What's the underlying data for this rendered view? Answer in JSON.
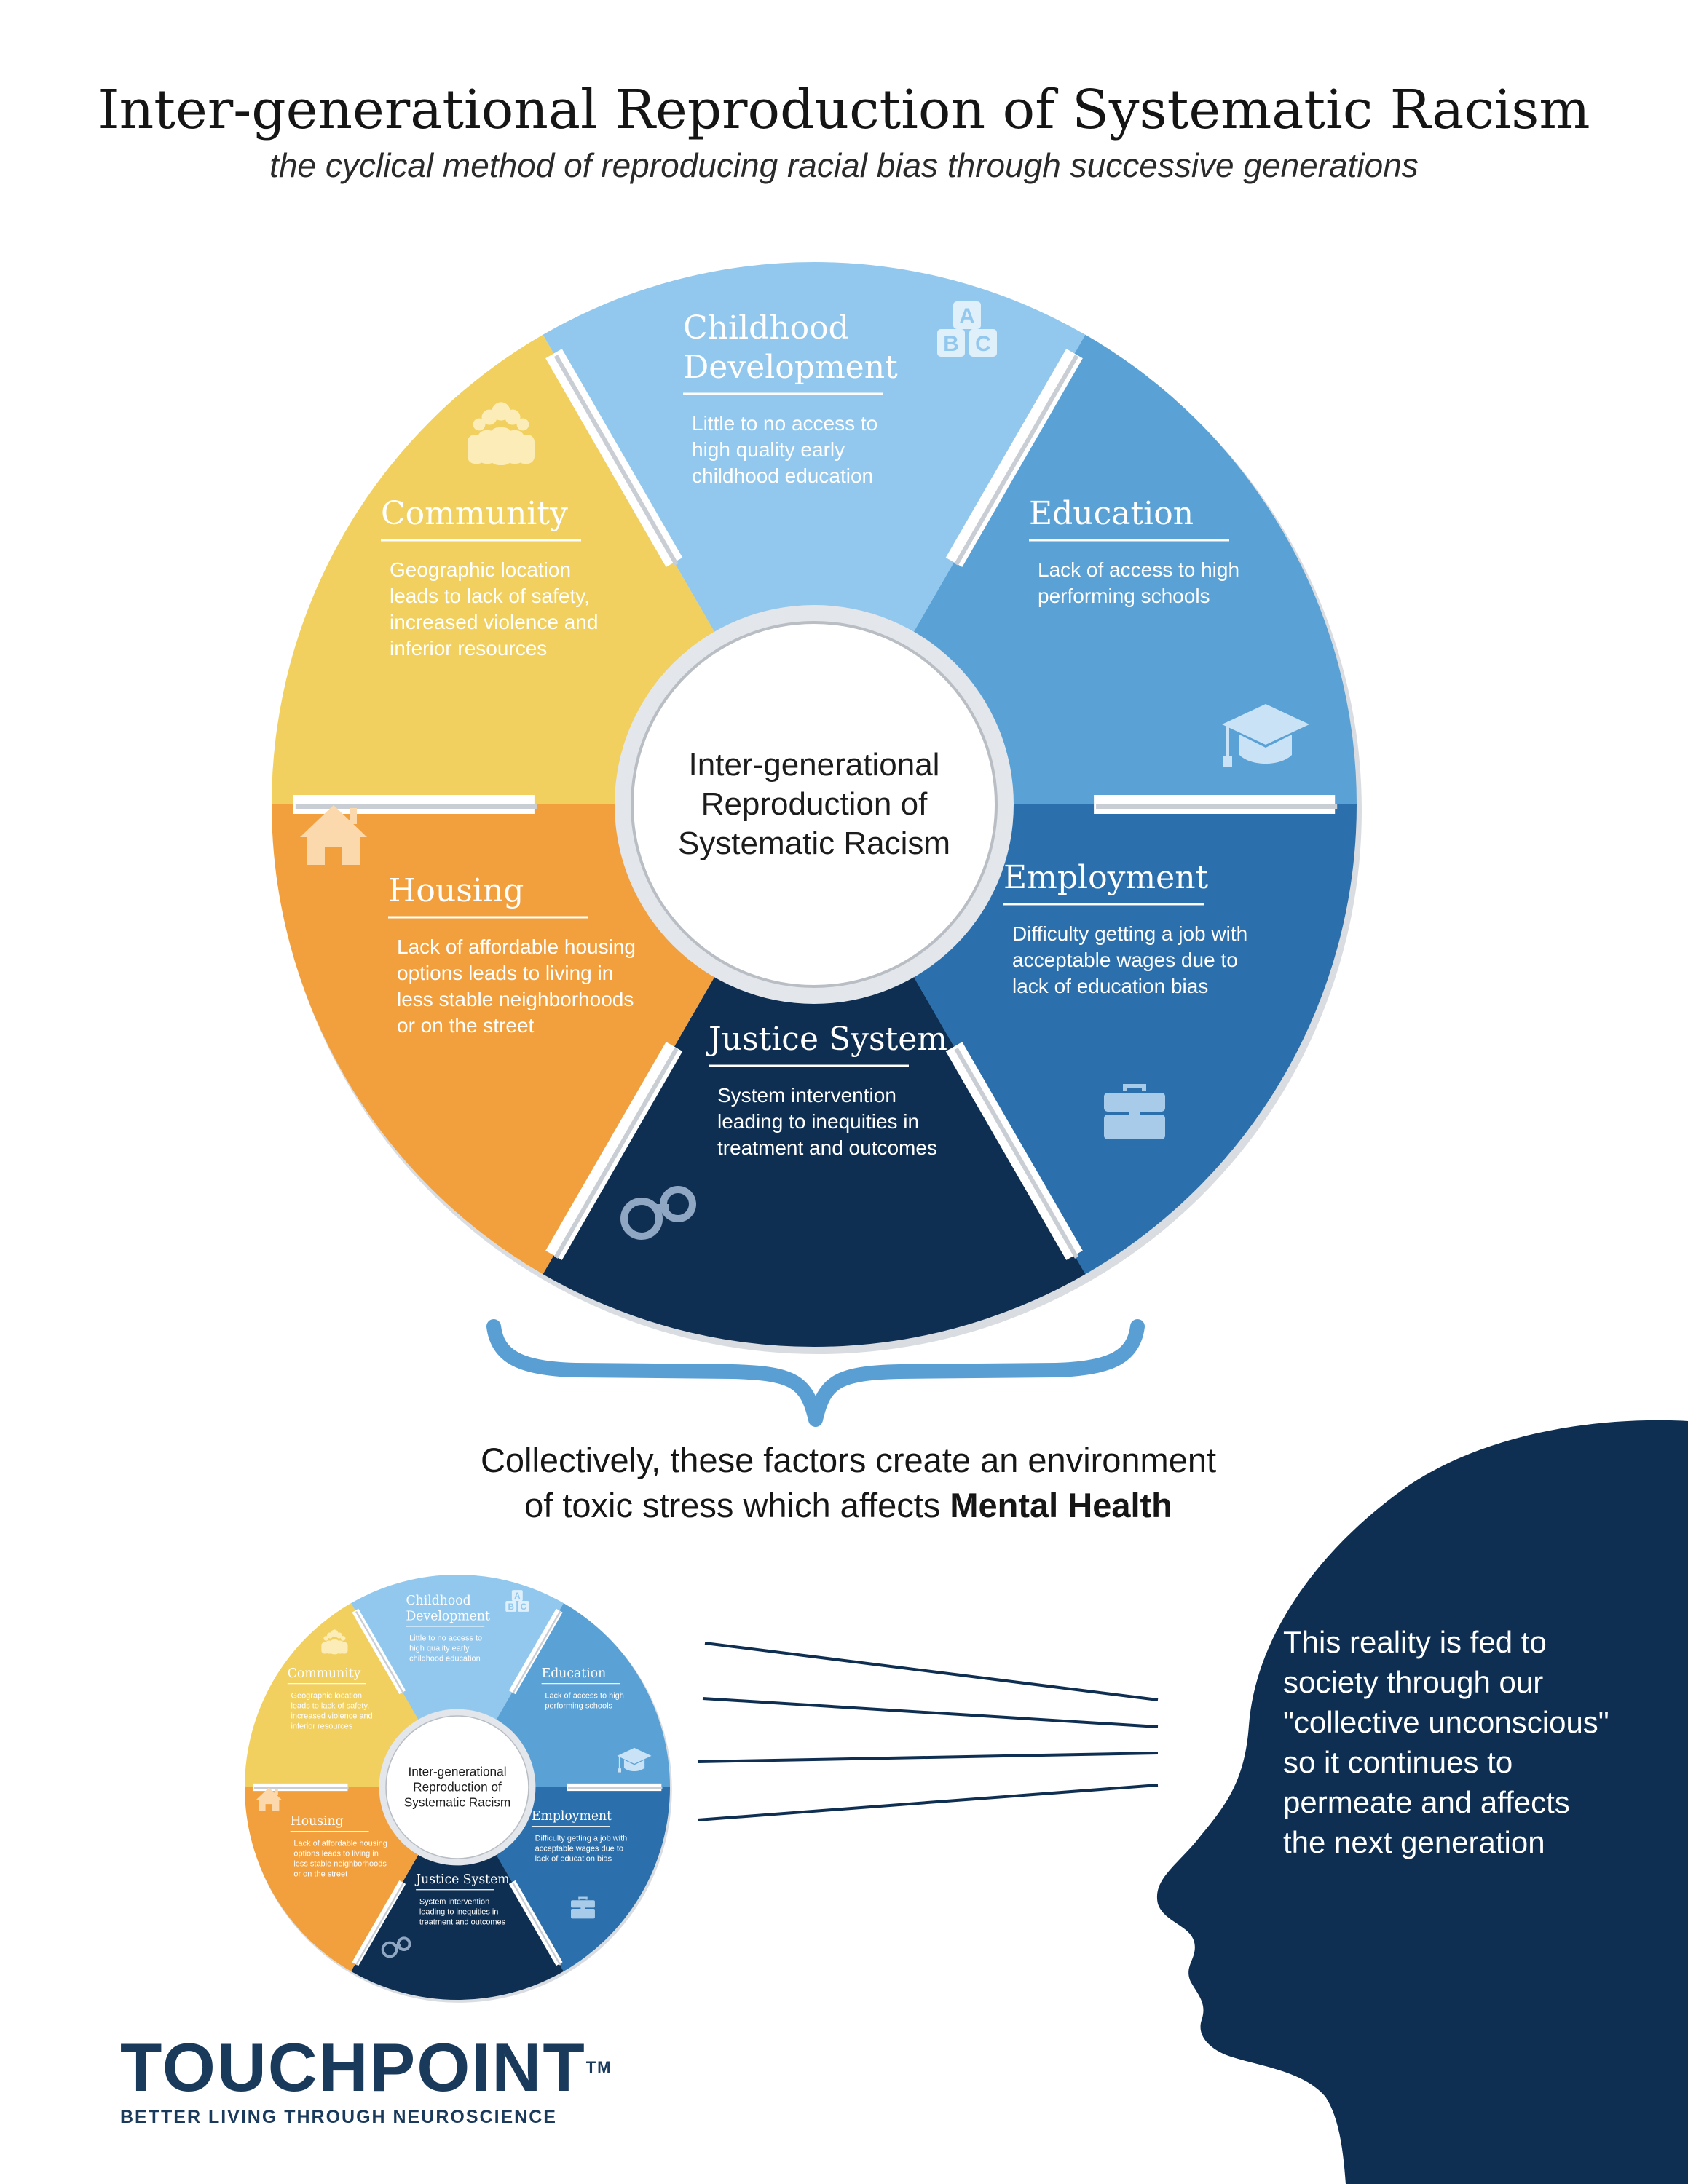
{
  "header": {
    "title": "Inter-generational Reproduction of Systematic Racism",
    "subtitle": "the cyclical method of reproducing racial bias through successive generations"
  },
  "wheel": {
    "center_lines": [
      "Inter-generational",
      "Reproduction of",
      "Systematic Racism"
    ],
    "segments": [
      {
        "key": "childhood",
        "title_lines": [
          "Childhood",
          "Development"
        ],
        "desc_lines": [
          "Little to no access to",
          "high quality early",
          "childhood education"
        ],
        "color": "#93c8ee",
        "icon": "abc-blocks-icon"
      },
      {
        "key": "education",
        "title_lines": [
          "Education"
        ],
        "desc_lines": [
          "Lack of access to high",
          "performing schools"
        ],
        "color": "#5aa1d6",
        "icon": "graduation-cap-icon"
      },
      {
        "key": "employment",
        "title_lines": [
          "Employment"
        ],
        "desc_lines": [
          "Difficulty getting a job with",
          "acceptable wages due to",
          "lack of education bias"
        ],
        "color": "#2b6fac",
        "icon": "briefcase-icon"
      },
      {
        "key": "justice",
        "title_lines": [
          "Justice System"
        ],
        "desc_lines": [
          "System intervention",
          "leading to inequities in",
          "treatment and outcomes"
        ],
        "color": "#0f2f52",
        "icon": "handcuffs-icon"
      },
      {
        "key": "housing",
        "title_lines": [
          "Housing"
        ],
        "desc_lines": [
          "Lack of affordable housing",
          "options leads to living in",
          "less stable neighborhoods",
          "or on the street"
        ],
        "color": "#f2a03e",
        "icon": "house-icon"
      },
      {
        "key": "community",
        "title_lines": [
          "Community"
        ],
        "desc_lines": [
          "Geographic location",
          "leads to lack of safety,",
          "increased violence and",
          "inferior resources"
        ],
        "color": "#f1d060",
        "icon": "people-group-icon"
      }
    ]
  },
  "collective": {
    "line1": "Collectively, these factors create an environment",
    "line2_prefix": "of toxic stress which affects ",
    "line2_bold": "Mental Health"
  },
  "head_text": {
    "lines": [
      "This reality is fed to",
      "society through our",
      "\"collective unconscious\"",
      "so it continues to",
      "permeate and affects",
      "the next generation"
    ]
  },
  "colors": {
    "head": "#0f2f52",
    "brace": "#5a9fd4",
    "lines": "#0f2f52"
  },
  "logo": {
    "word_before": "TO",
    "word_u": "U",
    "word_after": "CHPOINT",
    "tm": "TM",
    "tagline": "BETTER LIVING THROUGH NEUROSCIENCE"
  }
}
